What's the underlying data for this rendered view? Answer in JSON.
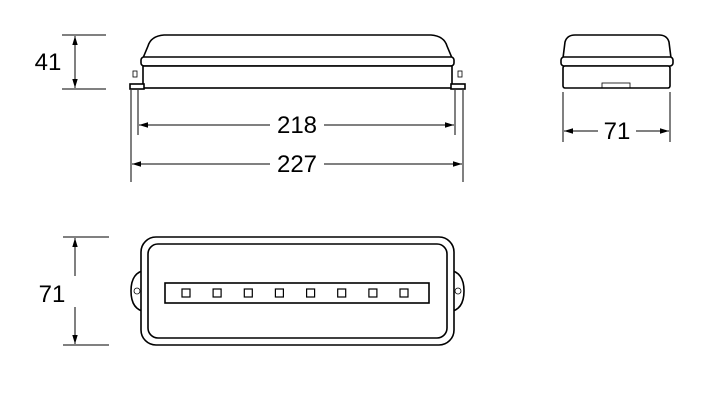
{
  "dimensions": {
    "side_height": "41",
    "inner_width": "218",
    "outer_width": "227",
    "end_width": "71",
    "front_height": "71"
  },
  "led_count": 8
}
